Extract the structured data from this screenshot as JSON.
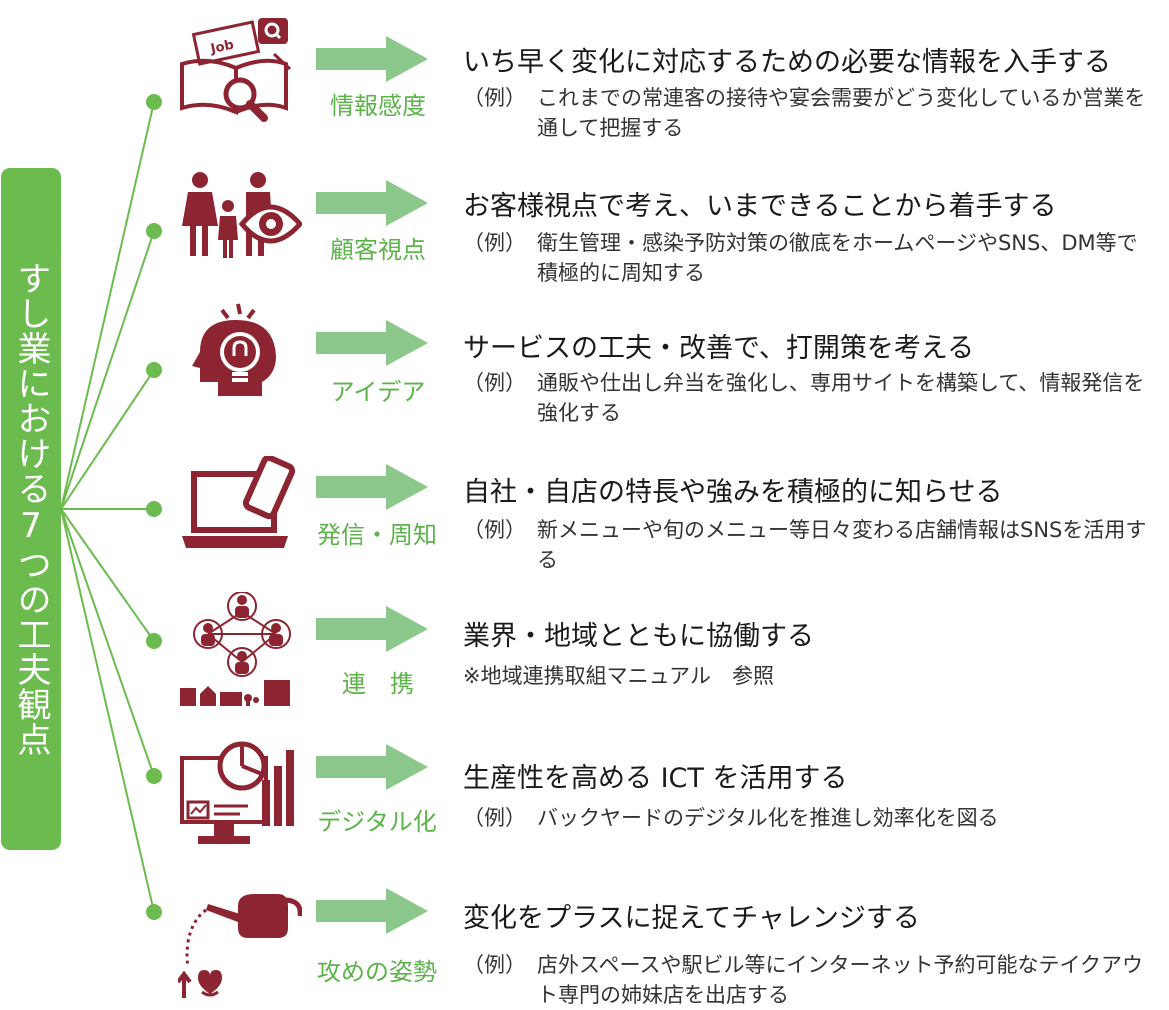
{
  "sidebar": {
    "label": "すし業における7つの工夫観点"
  },
  "colors": {
    "green": "#6cbb4e",
    "maroon": "#8c2431",
    "arrow": "#8cc88b"
  },
  "items": [
    {
      "category": "情報感度",
      "icon": "job-search-book-icon",
      "heading": "いち早く変化に対応するための必要な情報を入手する",
      "prefix": "（例）",
      "text": "これまでの常連客の接待や宴会需要がどう変化しているか営業を通して把握する"
    },
    {
      "category": "顧客視点",
      "icon": "family-eye-icon",
      "heading": "お客様視点で考え、いまできることから着手する",
      "prefix": "（例）",
      "text": "衛生管理・感染予防対策の徹底をホームページやSNS、DM等で積極的に周知する"
    },
    {
      "category": "アイデア",
      "icon": "head-lightbulb-icon",
      "heading": "サービスの工夫・改善で、打開策を考える",
      "prefix": "（例）",
      "text": "通販や仕出し弁当を強化し、専用サイトを構築して、情報発信を強化する"
    },
    {
      "category": "発信・周知",
      "icon": "laptop-phone-icon",
      "heading": "自社・自店の特長や強みを積極的に知らせる",
      "prefix": "（例）",
      "text": "新メニューや旬のメニュー等日々変わる店舗情報はSNSを活用する"
    },
    {
      "category": "連　携",
      "icon": "network-town-icon",
      "heading": "業界・地域とともに協働する",
      "note": "※地域連携取組マニュアル　参照"
    },
    {
      "category": "デジタル化",
      "icon": "monitor-chart-icon",
      "heading": "生産性を高める ICT を活用する",
      "prefix": "（例）",
      "text": "バックヤードのデジタル化を推進し効率化を図る"
    },
    {
      "category": "攻めの姿勢",
      "icon": "watering-can-heart-icon",
      "heading": "変化をプラスに捉えてチャレンジする",
      "prefix": "（例）",
      "text": "店外スペースや駅ビル等にインターネット予約可能なテイクアウト専門の姉妹店を出店する"
    }
  ]
}
